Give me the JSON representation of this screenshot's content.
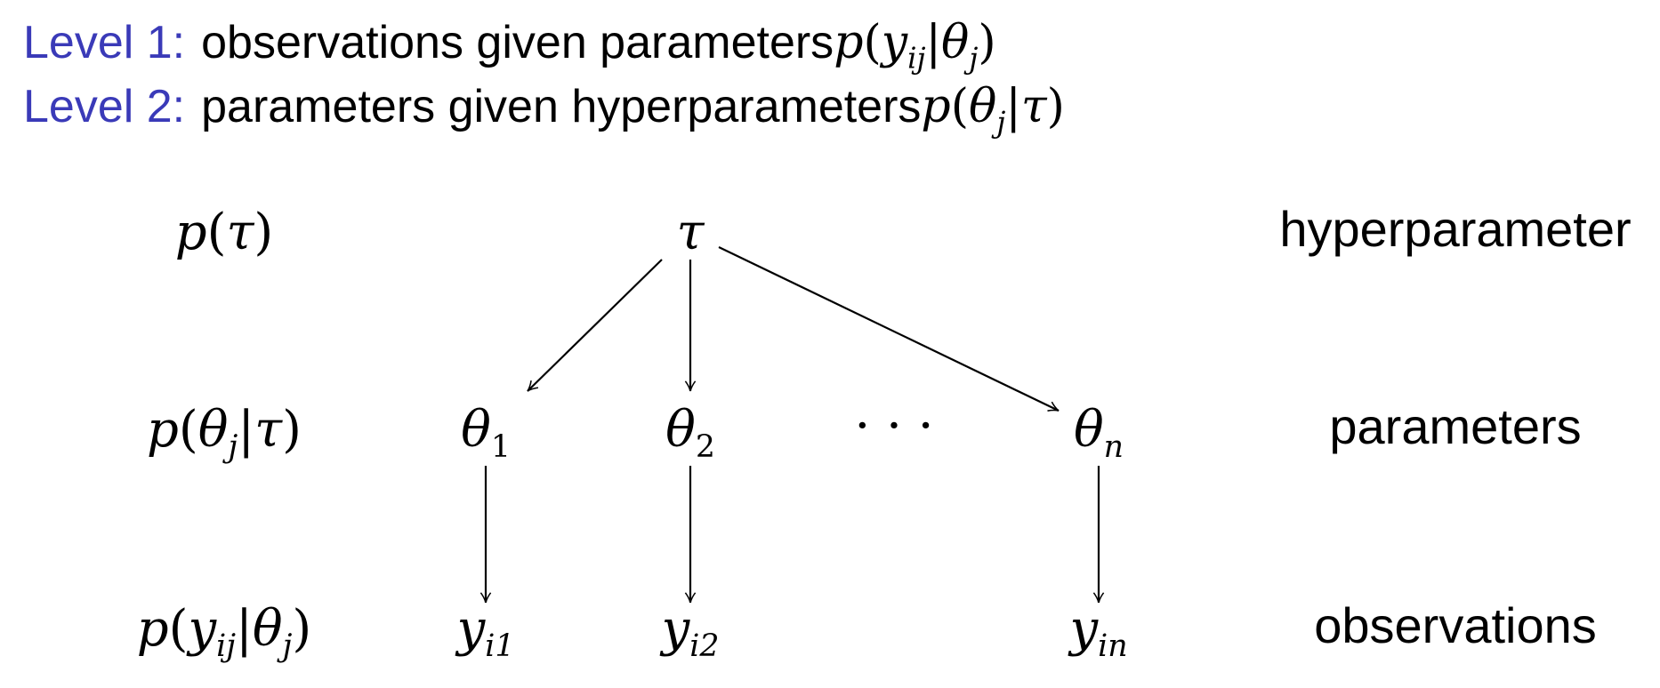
{
  "levels": [
    {
      "label": "Level 1:",
      "text": "observations given parameters ",
      "math": {
        "p": "p",
        "open": "(",
        "var": "y",
        "sub1": "ij",
        "bar": "|",
        "cond": "θ",
        "sub2": "j",
        "close": ")"
      }
    },
    {
      "label": "Level 2:",
      "text": "parameters given hyperparameters ",
      "math": {
        "p": "p",
        "open": "(",
        "var": "θ",
        "sub1": "j",
        "bar": "|",
        "cond": "τ",
        "sub2": "",
        "close": ")"
      }
    }
  ],
  "rows": {
    "hyper": {
      "label_p": "p",
      "label_open": "(",
      "label_var": "τ",
      "label_close": ")",
      "category": "hyperparameter"
    },
    "params": {
      "label_p": "p",
      "label_open": "(",
      "label_var": "θ",
      "label_sub": "j",
      "label_bar": "|",
      "label_cond": "τ",
      "label_close": ")",
      "category": "parameters"
    },
    "obs": {
      "label_p": "p",
      "label_open": "(",
      "label_var": "y",
      "label_sub": "ij",
      "label_bar": "|",
      "label_cond": "θ",
      "label_cond_sub": "j",
      "label_close": ")",
      "category": "observations"
    }
  },
  "nodes": {
    "tau": {
      "sym": "τ"
    },
    "theta1": {
      "sym": "θ",
      "sub": "1"
    },
    "theta2": {
      "sym": "θ",
      "sub": "2"
    },
    "dots": {
      "sym": "· · ·"
    },
    "thetan": {
      "sym": "θ",
      "sub": "n"
    },
    "y1": {
      "sym": "y",
      "sub": "i1"
    },
    "y2": {
      "sym": "y",
      "sub": "i2"
    },
    "yn": {
      "sym": "y",
      "sub": "in"
    }
  },
  "colors": {
    "level_label": "#3a3ab8",
    "text": "#000000",
    "background": "#ffffff"
  }
}
